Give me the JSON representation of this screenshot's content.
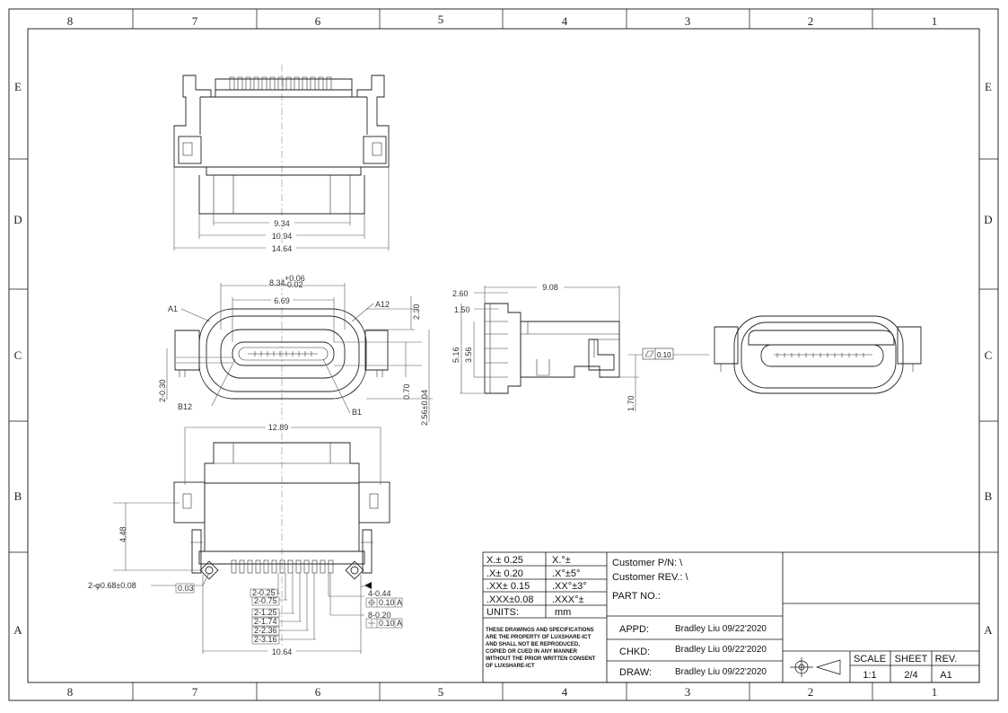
{
  "border": {
    "top_labels": [
      "8",
      "7",
      "6",
      "5",
      "4",
      "3",
      "2",
      "1"
    ],
    "bottom_labels": [
      "8",
      "7",
      "6",
      "5",
      "4",
      "3",
      "2",
      "1"
    ],
    "left_labels": [
      "E",
      "D",
      "C",
      "B",
      "A"
    ],
    "right_labels": [
      "E",
      "D",
      "C",
      "B",
      "A"
    ]
  },
  "views": {
    "top": {
      "dims": [
        "9.34",
        "10.94",
        "14.64"
      ]
    },
    "front": {
      "dims": [
        "8.34",
        "+0.06",
        "-0.02",
        "6.69",
        "2.30",
        "2-0.30",
        "0.70",
        "2.56±0.04"
      ],
      "pins": [
        "A1",
        "A12",
        "B12",
        "B1"
      ]
    },
    "side": {
      "dims": [
        "9.08",
        "2.60",
        "1.50",
        "5.16",
        "3.56",
        "1.70"
      ],
      "flatness": "0.10"
    },
    "bottom": {
      "dims": [
        "12.89",
        "4.48",
        "2-φ0.68±0.08",
        "0.03",
        "2-0.25",
        "2-0.75",
        "2-1.25",
        "2-1.74",
        "2-2.36",
        "2-3.16",
        "4-0.44",
        "0.10",
        "A",
        "8-0.20",
        "0.10",
        "A",
        "10.64"
      ]
    }
  },
  "title_block": {
    "tolerances": [
      [
        "X.± 0.25",
        "X.°±"
      ],
      [
        ".X± 0.20",
        ".X°±5°"
      ],
      [
        ".XX± 0.15",
        ".XX°±3°"
      ],
      [
        ".XXX±0.08",
        ".XXX°±"
      ],
      [
        "UNITS:",
        "mm"
      ]
    ],
    "notice": [
      "THESE DRAWINGS AND SPECIFICATIONS",
      "ARE THE PROPERTY OF LUXSHARE-ICT",
      "AND SHALL NOT BE REPRODUCED,",
      "COPIED OR CUED IN ANY MANNER",
      "WITHOUT THE PRIOR WRITTEN CONSENT",
      "OF LUXSHARE-ICT"
    ],
    "customer_pn": "Customer P/N: \\",
    "customer_rev": "Customer REV.: \\",
    "part_no": "PART NO.:",
    "approvals": [
      {
        "label": "APPD:",
        "value": "Bradley Liu  09/22'2020"
      },
      {
        "label": "CHKD:",
        "value": "Bradley Liu  09/22'2020"
      },
      {
        "label": "DRAW:",
        "value": "Bradley Liu  09/22'2020"
      }
    ],
    "headers": [
      "SCALE",
      "SHEET",
      "REV."
    ],
    "values": [
      "1:1",
      "2/4",
      "A1"
    ]
  }
}
